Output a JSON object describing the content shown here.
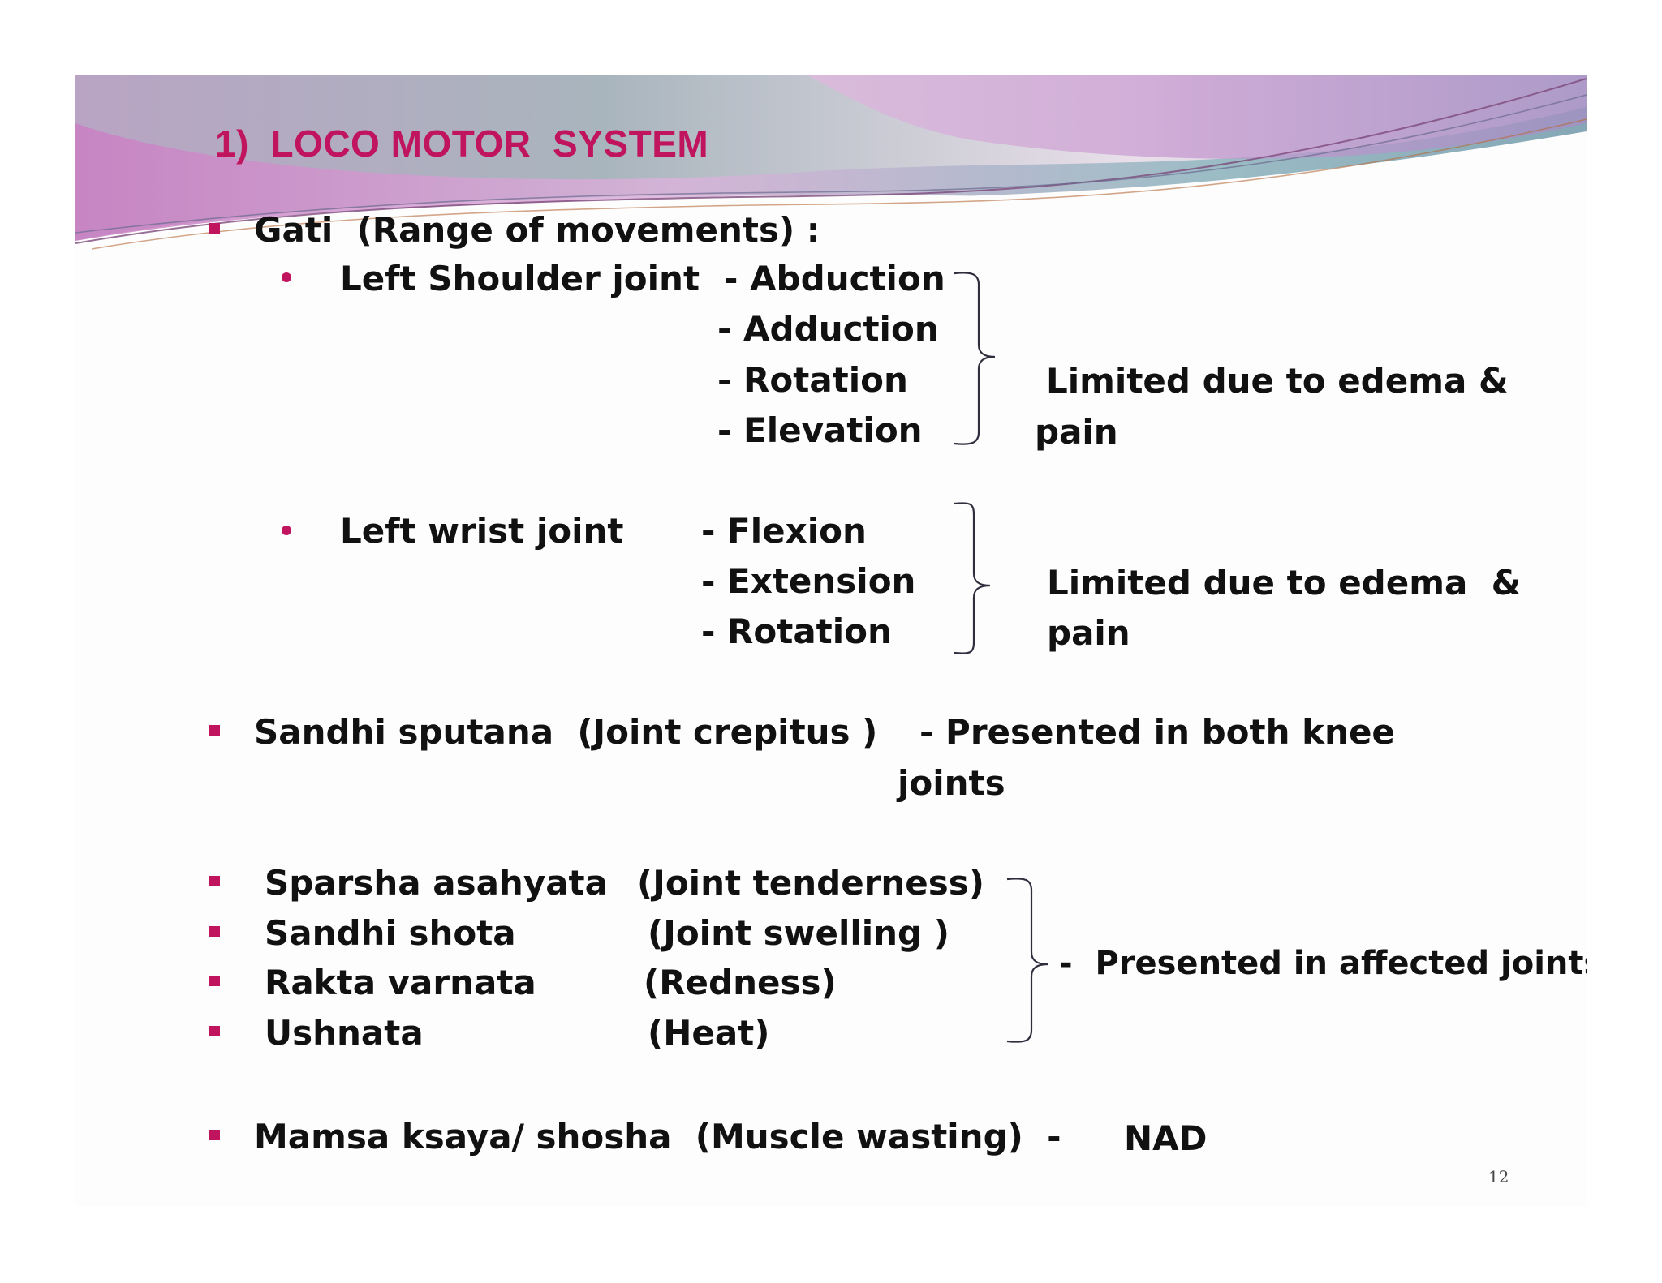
{
  "title": "1)  LOCO MOTOR  SYSTEM",
  "colors": {
    "accent": "#c0145f",
    "text": "#111111",
    "bracket": "#2e2e3e"
  },
  "gati": {
    "heading": "Gati  (Range of movements) :",
    "shoulder": {
      "label": "Left Shoulder joint",
      "movements": [
        "- Abduction",
        "- Adduction",
        "- Rotation",
        "- Elevation"
      ],
      "result_line1": "Limited due to edema &",
      "result_line2": "pain"
    },
    "wrist": {
      "label": "Left wrist joint",
      "movements": [
        "- Flexion",
        "- Extension",
        "- Rotation"
      ],
      "result_line1": "Limited due to edema  &",
      "result_line2": "pain"
    }
  },
  "sandhi_sputana": {
    "label": "Sandhi sputana  (Joint crepitus )",
    "result_line1": "- Presented in both knee",
    "result_line2": "joints"
  },
  "signs": {
    "items": [
      {
        "name": "Sparsha asahyata",
        "english": "(Joint tenderness)"
      },
      {
        "name": "Sandhi shota",
        "english": "(Joint swelling )"
      },
      {
        "name": "Rakta varnata",
        "english": "(Redness)"
      },
      {
        "name": "Ushnata",
        "english": "(Heat)"
      }
    ],
    "result": "-  Presented in affected joints"
  },
  "mamsa": {
    "label": "Mamsa ksaya/ shosha  (Muscle wasting)  -",
    "value": "NAD"
  },
  "page_number": "12"
}
